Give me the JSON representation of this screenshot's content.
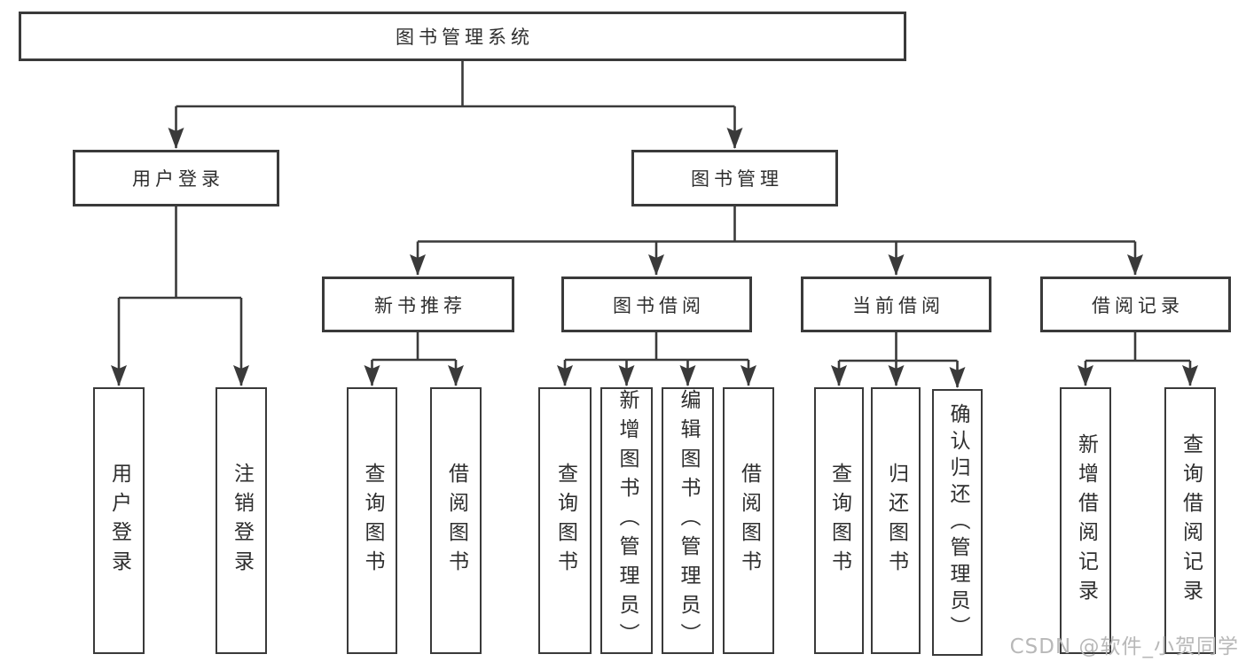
{
  "tree": {
    "label": "图书管理系统",
    "children": [
      {
        "label": "用户登录",
        "children": [
          {
            "label": "用户登录"
          },
          {
            "label": "注销登录"
          }
        ]
      },
      {
        "label": "图书管理",
        "children": [
          {
            "label": "新书推荐",
            "children": [
              {
                "label": "查询图书"
              },
              {
                "label": "借阅图书"
              }
            ]
          },
          {
            "label": "图书借阅",
            "children": [
              {
                "label": "查询图书"
              },
              {
                "label": "新增图书（管理员）"
              },
              {
                "label": "编辑图书（管理员）"
              },
              {
                "label": "借阅图书"
              }
            ]
          },
          {
            "label": "当前借阅",
            "children": [
              {
                "label": "查询图书"
              },
              {
                "label": "归还图书"
              },
              {
                "label": "确认归还（管理员）"
              }
            ]
          },
          {
            "label": "借阅记录",
            "children": [
              {
                "label": "新增借阅记录"
              },
              {
                "label": "查询借阅记录"
              }
            ]
          }
        ]
      }
    ]
  },
  "watermark": "CSDN @软件_小贺同学",
  "colors": {
    "line": "#3a3a3a",
    "node_border": "#3a3a3a",
    "node_fill": "#ffffff",
    "text": "#2e2e2e",
    "watermark": "#b8b8b8",
    "background": "#ffffff"
  }
}
